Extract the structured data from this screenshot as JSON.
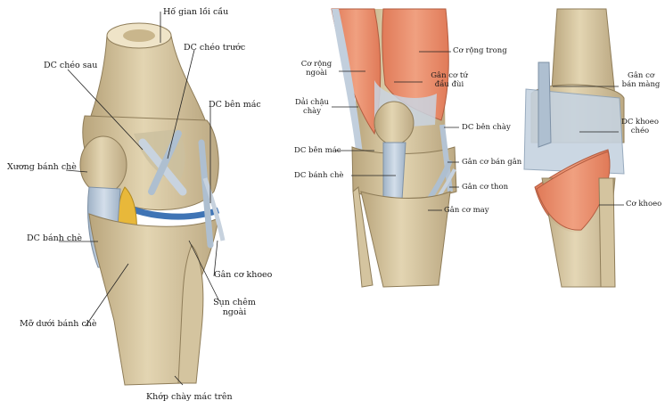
{
  "colors": {
    "bone": "#d9c9a3",
    "bone_shade": "#b8a47c",
    "ligament": "#b9c7d6",
    "cartilage": "#3f74b5",
    "muscle": "#e98a6a",
    "fat": "#e8b83a"
  },
  "left_view": {
    "labels": {
      "ho_gian_loi_cau": "Hố gian lồi cầu",
      "dc_cheo_sau": "DC chéo sau",
      "dc_cheo_truoc": "DC chéo trước",
      "dc_ben_mac": "DC bên mác",
      "xuong_banh_che": "Xương bánh chè",
      "dc_banh_che": "DC bánh chè",
      "gan_co_khoeo": "Gân cơ khoeo",
      "mo_duoi_banh_che": "Mỡ dưới bánh chè",
      "sun_chem_ngoai_1": "Sụn chêm",
      "sun_chem_ngoai_2": "ngoài",
      "khop_chay_mac_tren": "Khớp chày mác trên"
    }
  },
  "middle_view": {
    "labels": {
      "co_rong_trong": "Cơ rộng trong",
      "co_rong_ngoai_1": "Cơ rộng",
      "co_rong_ngoai_2": "ngoài",
      "gan_co_tu_dau_dui_1": "Gân cơ tứ",
      "gan_co_tu_dau_dui_2": "đầu đùi",
      "dai_chau_chay_1": "Dải chậu",
      "dai_chau_chay_2": "chày",
      "dc_ben_chay": "DC bên chày",
      "dc_ben_mac": "DC bên mác",
      "gan_co_ban_gan": "Gân cơ bán gân",
      "dc_banh_che": "DC bánh chè",
      "gan_co_thon": "Gân cơ thon",
      "gan_co_may": "Gân cơ may"
    }
  },
  "right_view": {
    "labels": {
      "gan_co_ban_mang_1": "Gân cơ",
      "gan_co_ban_mang_2": "bán màng",
      "dc_khoeo_cheo_1": "DC khoeo",
      "dc_khoeo_cheo_2": "chéo",
      "co_khoeo": "Cơ khoeo"
    }
  }
}
